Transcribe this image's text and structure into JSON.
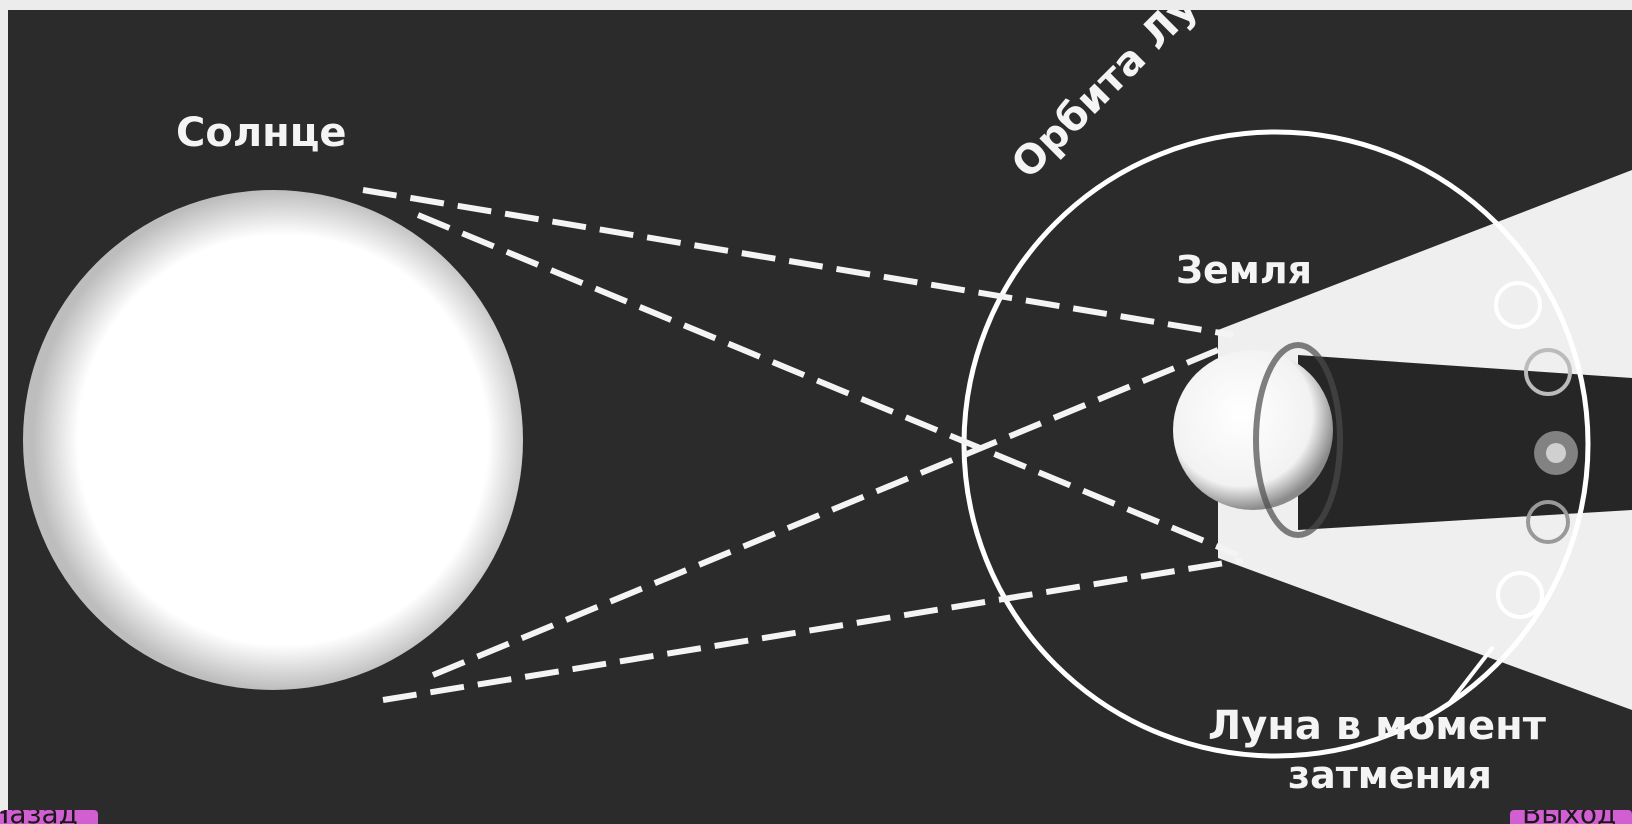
{
  "diagram": {
    "labels": {
      "sun": "Солнце",
      "moon_orbit": "Орбита Луны",
      "earth": "Земля",
      "moon_eclipse_line1": "Луна в момент",
      "moon_eclipse_line2": "затмения"
    }
  },
  "nav": {
    "prev_label": "Назад",
    "exit_label": "Выход"
  },
  "colors": {
    "background": "#2b2b2b",
    "drawing": "#ffffff",
    "button": "#d25fd2"
  }
}
